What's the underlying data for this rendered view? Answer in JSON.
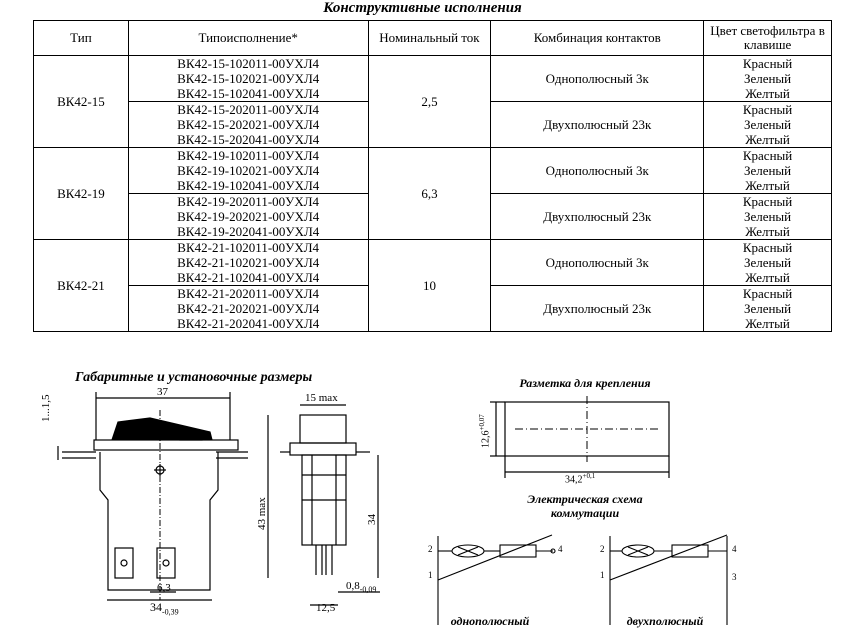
{
  "title": "Конструктивные исполнения",
  "table": {
    "headers": [
      "Тип",
      "Типоисполнение*",
      "Номинальный ток",
      "Комбинация контактов",
      "Цвет светофильтра в клавише"
    ],
    "rows": [
      {
        "type": "ВК42-15",
        "current": "2,5",
        "groups": [
          {
            "models": [
              "ВК42-15-102011-00УХЛ4",
              "ВК42-15-102021-00УХЛ4",
              "ВК42-15-102041-00УХЛ4"
            ],
            "contacts": "Однополюсный 3к",
            "colors": [
              "Красный",
              "Зеленый",
              "Желтый"
            ]
          },
          {
            "models": [
              "ВК42-15-202011-00УХЛ4",
              "ВК42-15-202021-00УХЛ4",
              "ВК42-15-202041-00УХЛ4"
            ],
            "contacts": "Двухполюсный 23к",
            "colors": [
              "Красный",
              "Зеленый",
              "Желтый"
            ]
          }
        ]
      },
      {
        "type": "ВК42-19",
        "current": "6,3",
        "groups": [
          {
            "models": [
              "ВК42-19-102011-00УХЛ4",
              "ВК42-19-102021-00УХЛ4",
              "ВК42-19-102041-00УХЛ4"
            ],
            "contacts": "Однополюсный 3к",
            "colors": [
              "Красный",
              "Зеленый",
              "Желтый"
            ]
          },
          {
            "models": [
              "ВК42-19-202011-00УХЛ4",
              "ВК42-19-202021-00УХЛ4",
              "ВК42-19-202041-00УХЛ4"
            ],
            "contacts": "Двухполюсный 23к",
            "colors": [
              "Красный",
              "Зеленый",
              "Желтый"
            ]
          }
        ]
      },
      {
        "type": "ВК42-21",
        "current": "10",
        "groups": [
          {
            "models": [
              "ВК42-21-102011-00УХЛ4",
              "ВК42-21-102021-00УХЛ4",
              "ВК42-21-102041-00УХЛ4"
            ],
            "contacts": "Однополюсный 3к",
            "colors": [
              "Красный",
              "Зеленый",
              "Желтый"
            ]
          },
          {
            "models": [
              "ВК42-21-202011-00УХЛ4",
              "ВК42-21-202021-00УХЛ4",
              "ВК42-21-202041-00УХЛ4"
            ],
            "contacts": "Двухполюсный 23к",
            "colors": [
              "Красный",
              "Зеленый",
              "Желтый"
            ]
          }
        ]
      }
    ]
  },
  "drawing": {
    "title": "Габаритные и установочные размеры",
    "dims": {
      "d37": "37",
      "d1_15": "1...1,5",
      "d6_3": "6,3",
      "d34": "34",
      "d34_tol": "-0,39",
      "d15max": "15 max",
      "d43max": "43 max",
      "d34v": "34",
      "d0_8": "0,8",
      "d0_8_tol": "-0,09",
      "d12_5": "12,5"
    }
  },
  "marking": {
    "title": "Разметка для крепления",
    "h": "12,6",
    "h_tol": "+0,07",
    "w": "34,2",
    "w_tol": "+0,1"
  },
  "scheme": {
    "title_line1": "Электрическая схема",
    "title_line2": "коммутации",
    "single_label": "однополюсный",
    "double_label": "двухполюсный",
    "single_pins": [
      "2",
      "4",
      "1"
    ],
    "double_pins": [
      "2",
      "4",
      "1",
      "3"
    ]
  }
}
